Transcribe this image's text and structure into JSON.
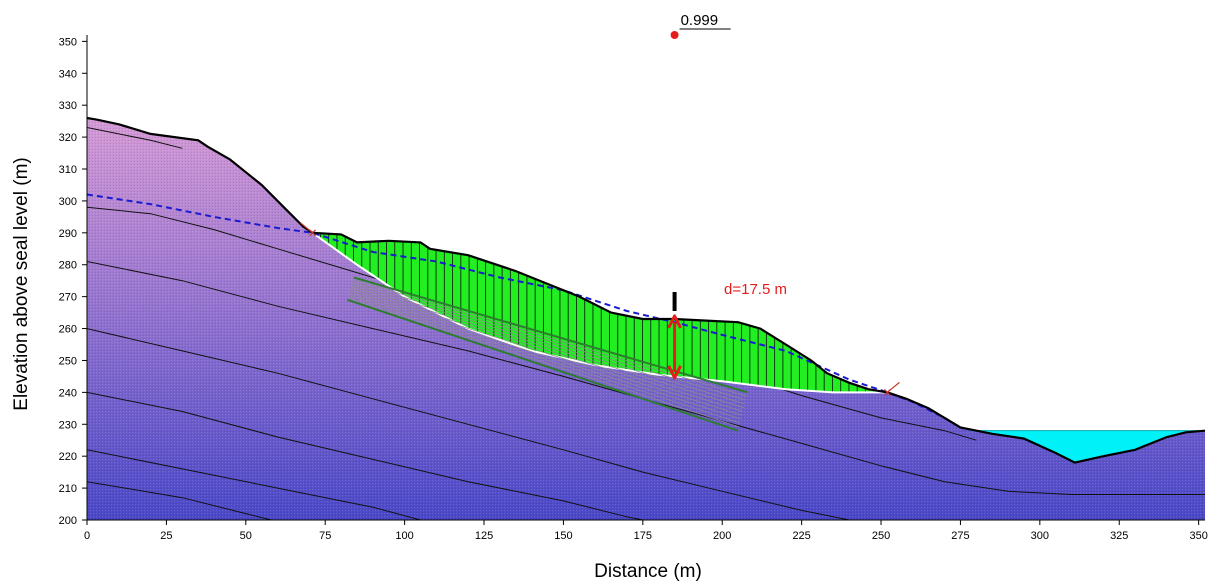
{
  "chart_data": {
    "type": "slope-stability-cross-section",
    "xlabel": "Distance (m)",
    "ylabel": "Elevation above seal level (m)",
    "xlim": [
      0,
      352
    ],
    "ylim": [
      200,
      352
    ],
    "xticks": [
      0,
      25,
      50,
      75,
      100,
      125,
      150,
      175,
      200,
      225,
      250,
      275,
      300,
      325,
      350
    ],
    "yticks": [
      200,
      210,
      220,
      230,
      240,
      250,
      260,
      270,
      280,
      290,
      300,
      310,
      320,
      330,
      340,
      350
    ],
    "factor_of_safety": "0.999",
    "slip_center": {
      "x": 185,
      "y": 352
    },
    "depth_label": "d=17.5 m",
    "depth_marker": {
      "x": 185,
      "top": 263,
      "bottom": 245.5
    },
    "colors": {
      "slip_mass": "#22ee22",
      "water": "#00f2f8",
      "soil_top": "#d69ad6",
      "soil_bottom": "#4a48c8",
      "phreatic_line": "#1a1ad0",
      "center_point": "#e81b1b",
      "depth_arrow": "#e81b1b",
      "shear_band_edge": "#2e7d2e"
    },
    "ground_surface": [
      [
        0,
        326
      ],
      [
        3,
        325.5
      ],
      [
        10,
        324
      ],
      [
        20,
        321
      ],
      [
        35,
        319
      ],
      [
        38,
        317
      ],
      [
        45,
        313
      ],
      [
        55,
        305
      ],
      [
        62,
        298
      ],
      [
        68,
        292
      ],
      [
        71,
        290
      ],
      [
        80,
        289.5
      ],
      [
        85,
        287
      ],
      [
        95,
        287.5
      ],
      [
        105,
        287
      ],
      [
        108,
        285
      ],
      [
        120,
        283
      ],
      [
        135,
        278
      ],
      [
        145,
        274
      ],
      [
        155,
        270
      ],
      [
        165,
        265
      ],
      [
        175,
        263
      ],
      [
        185,
        263
      ],
      [
        195,
        262.5
      ],
      [
        205,
        262
      ],
      [
        212,
        260
      ],
      [
        220,
        255
      ],
      [
        228,
        250
      ],
      [
        233,
        246
      ],
      [
        240,
        243
      ],
      [
        246,
        241
      ],
      [
        252,
        240
      ],
      [
        258,
        238
      ],
      [
        265,
        235
      ],
      [
        275,
        229
      ],
      [
        285,
        227
      ],
      [
        295,
        225.5
      ],
      [
        305,
        221
      ],
      [
        311,
        218
      ],
      [
        320,
        220
      ],
      [
        330,
        222
      ],
      [
        340,
        226
      ],
      [
        346,
        227.5
      ],
      [
        352,
        228
      ]
    ],
    "slip_surface": [
      [
        71,
        290
      ],
      [
        85,
        280
      ],
      [
        100,
        270
      ],
      [
        120,
        260
      ],
      [
        140,
        253
      ],
      [
        160,
        248.5
      ],
      [
        180,
        245.5
      ],
      [
        200,
        243.5
      ],
      [
        220,
        241
      ],
      [
        235,
        240
      ],
      [
        252,
        240
      ]
    ],
    "phreatic_line": [
      [
        0,
        302
      ],
      [
        20,
        299
      ],
      [
        40,
        295
      ],
      [
        60,
        291.5
      ],
      [
        71,
        290
      ],
      [
        90,
        284
      ],
      [
        110,
        281
      ],
      [
        130,
        276
      ],
      [
        150,
        272
      ],
      [
        170,
        265.5
      ],
      [
        185,
        262
      ],
      [
        200,
        258
      ],
      [
        220,
        253
      ],
      [
        240,
        244
      ],
      [
        252,
        240
      ],
      [
        260,
        237
      ],
      [
        270,
        232
      ],
      [
        275,
        229
      ]
    ],
    "water_level": 228,
    "water_extent": [
      278,
      352
    ],
    "layer_boundaries": [
      [
        [
          0,
          323
        ],
        [
          10,
          321
        ],
        [
          20,
          319
        ],
        [
          30,
          316.5
        ]
      ],
      [
        [
          0,
          298
        ],
        [
          20,
          296
        ],
        [
          40,
          291
        ],
        [
          60,
          285
        ],
        [
          80,
          279
        ],
        [
          100,
          273
        ],
        [
          125,
          266.5
        ],
        [
          150,
          261
        ],
        [
          175,
          254
        ],
        [
          200,
          247
        ],
        [
          225,
          239
        ],
        [
          250,
          232
        ],
        [
          270,
          228
        ],
        [
          280,
          225
        ]
      ],
      [
        [
          0,
          281
        ],
        [
          30,
          275
        ],
        [
          60,
          267
        ],
        [
          90,
          260
        ],
        [
          120,
          253
        ],
        [
          150,
          245
        ],
        [
          175,
          238
        ],
        [
          200,
          231
        ],
        [
          225,
          224
        ],
        [
          250,
          217
        ],
        [
          270,
          212
        ],
        [
          290,
          209
        ],
        [
          310,
          208
        ],
        [
          352,
          208
        ]
      ],
      [
        [
          0,
          260
        ],
        [
          30,
          253
        ],
        [
          60,
          246
        ],
        [
          90,
          238
        ],
        [
          120,
          230
        ],
        [
          150,
          222
        ],
        [
          175,
          215
        ],
        [
          200,
          209
        ],
        [
          225,
          203
        ],
        [
          240,
          200
        ]
      ],
      [
        [
          0,
          240
        ],
        [
          30,
          234
        ],
        [
          60,
          226
        ],
        [
          90,
          219
        ],
        [
          120,
          212
        ],
        [
          150,
          206
        ],
        [
          170,
          201
        ],
        [
          175,
          200
        ]
      ],
      [
        [
          0,
          222
        ],
        [
          30,
          216
        ],
        [
          60,
          210
        ],
        [
          90,
          204
        ],
        [
          105,
          200
        ]
      ],
      [
        [
          0,
          212
        ],
        [
          30,
          207
        ],
        [
          50,
          202
        ],
        [
          58,
          200
        ]
      ]
    ],
    "shear_band": {
      "upper_edge": [
        [
          84,
          276
        ],
        [
          208,
          240
        ]
      ],
      "lower_edge": [
        [
          82,
          269
        ],
        [
          205,
          228
        ]
      ],
      "inner_lines": 9
    },
    "slip_end_markers": [
      [
        71,
        290
      ],
      [
        252,
        240
      ]
    ]
  }
}
